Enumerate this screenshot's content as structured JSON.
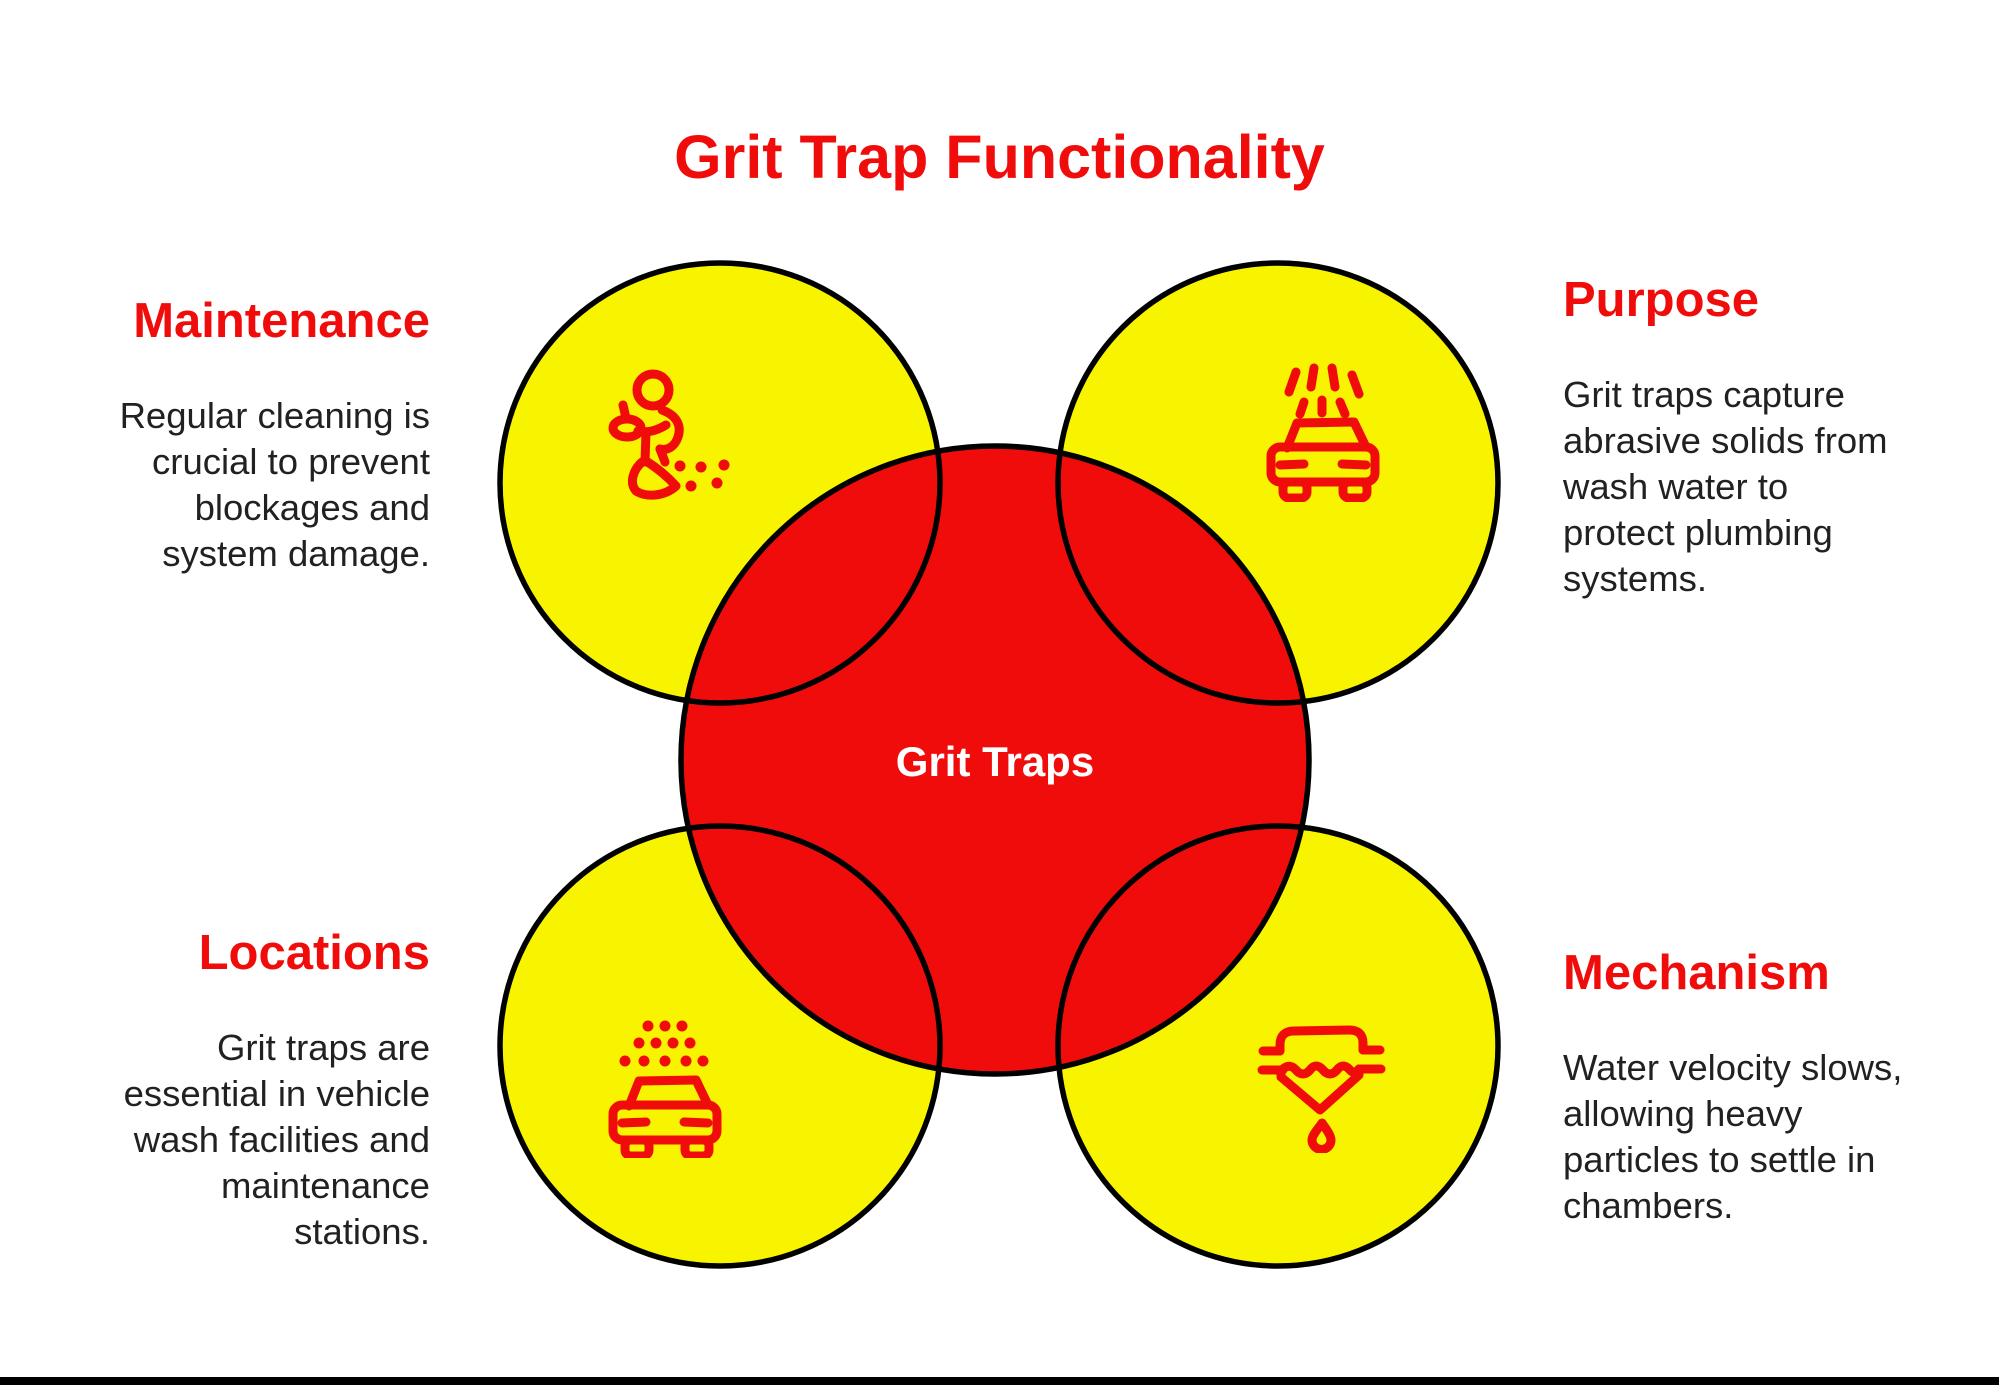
{
  "title": "Grit Trap Functionality",
  "center": {
    "label": "Grit Traps"
  },
  "colors": {
    "accent_red": "#F10C0C",
    "circle_yellow": "#F8F400",
    "circle_outline": "#000000",
    "body_text": "#212121",
    "center_label_text": "#FFFFFF",
    "background": "#FFFFFF"
  },
  "sections": [
    {
      "id": "maintenance",
      "heading": "Maintenance",
      "body": "Regular cleaning is crucial to prevent blockages and system damage.",
      "icon": "cleaning-person-icon",
      "position": "top-left"
    },
    {
      "id": "purpose",
      "heading": "Purpose",
      "body": "Grit traps capture abrasive solids from wash water to protect plumbing systems.",
      "icon": "car-wash-spray-icon",
      "position": "top-right"
    },
    {
      "id": "locations",
      "heading": "Locations",
      "body": "Grit traps are essential in vehicle wash facilities and maintenance stations.",
      "icon": "car-wash-dots-icon",
      "position": "bottom-left"
    },
    {
      "id": "mechanism",
      "heading": "Mechanism",
      "body": "Water velocity slows, allowing heavy particles to settle in chambers.",
      "icon": "settling-funnel-icon",
      "position": "bottom-right"
    }
  ]
}
